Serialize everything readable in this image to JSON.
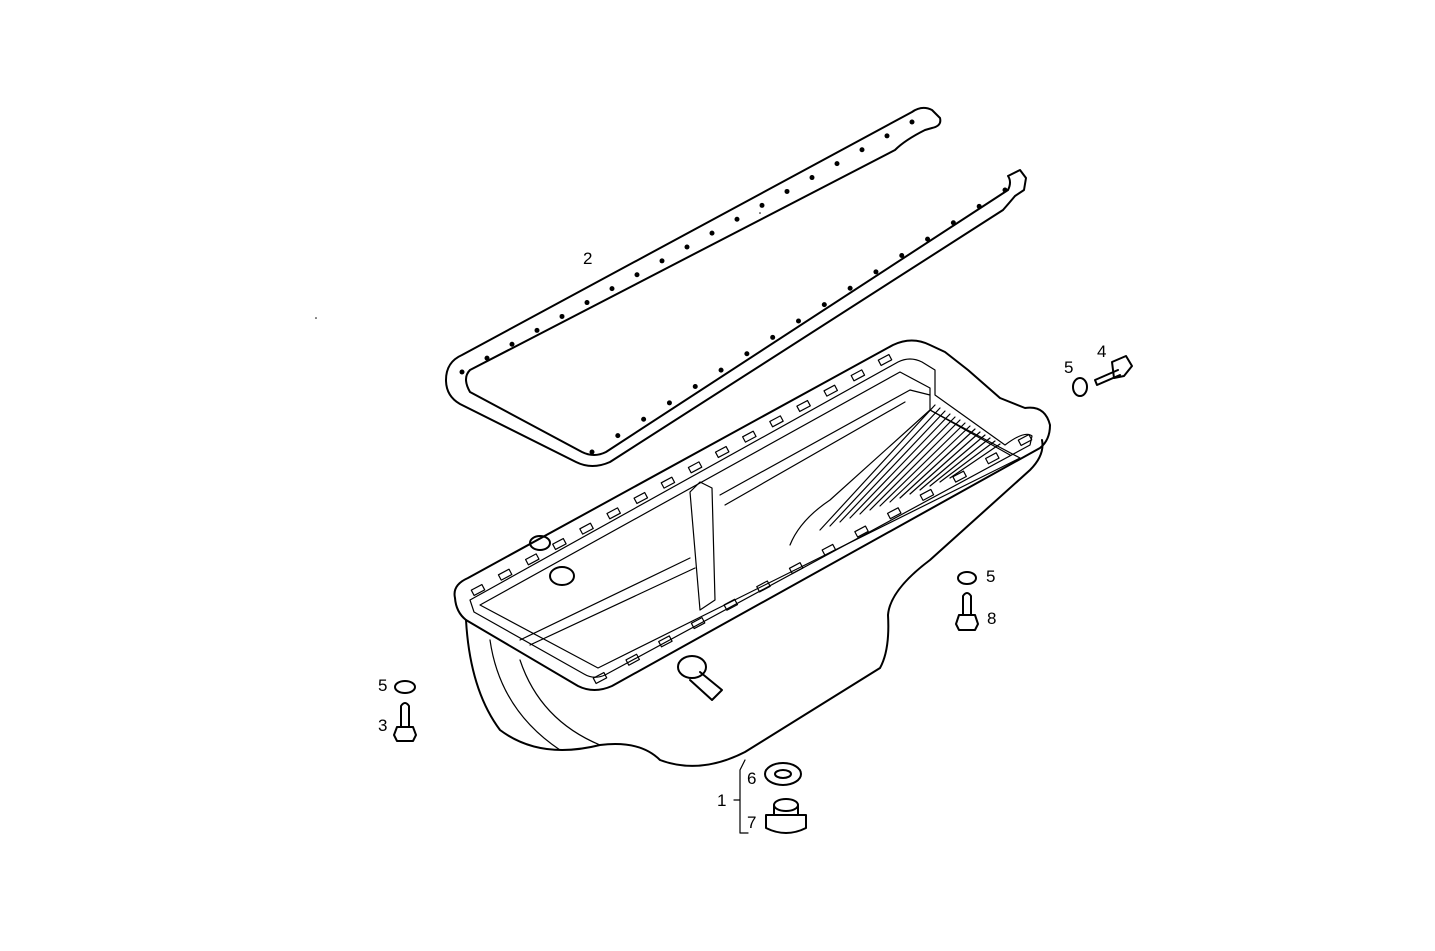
{
  "diagram": {
    "parts": [
      {
        "id": "oil-pan",
        "label": "1"
      },
      {
        "id": "gasket",
        "label": "2"
      },
      {
        "id": "bolt-3",
        "label": "3"
      },
      {
        "id": "bolt-4",
        "label": "4"
      },
      {
        "id": "washer-5a",
        "label": "5"
      },
      {
        "id": "washer-5b",
        "label": "5"
      },
      {
        "id": "washer-5c",
        "label": "5"
      },
      {
        "id": "seal-ring",
        "label": "6"
      },
      {
        "id": "drain-plug",
        "label": "7"
      },
      {
        "id": "bolt-8",
        "label": "8"
      }
    ]
  }
}
